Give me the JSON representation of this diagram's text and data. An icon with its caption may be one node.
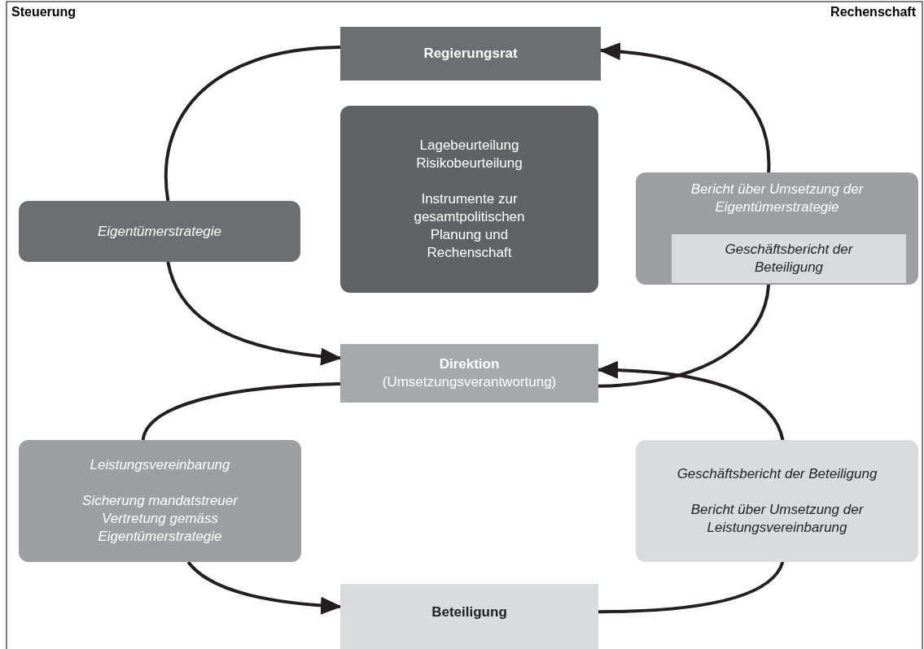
{
  "diagram": {
    "nodes": [
      {
        "text": [
          "Regierungsrat"
        ]
      },
      {
        "text": [
          "Lagebeurteilung Risikobeurteilung",
          "Instrumente zur gesamtpolitischen Planung und Rechenschaft"
        ]
      },
      {
        "text": [
          "Eigentümerstrategie"
        ]
      },
      {
        "text": [
          "Bericht über Umsetzung der Eigentümerstrategie"
        ]
      },
      {
        "text": [
          "Geschäftsbericht der Beteiligung"
        ],
        "in": 3
      },
      {
        "text": [
          "Direktion",
          "(Umsetzungsverantwortung)"
        ]
      },
      {
        "text": [
          "Leistungsvereinbarung",
          "Sicherung mandatstreuer Vertretung gemäss Eigentümerstrategie"
        ]
      },
      {
        "text": [
          "Geschäftsbericht der Beteiligung",
          "Bericht über Umsetzung der Leistungsvereinbarung"
        ]
      },
      {
        "text": [
          "Beteiligung"
        ]
      }
    ],
    "edges": [
      {
        "from": 0,
        "to": 2,
        "arrow": "none"
      },
      {
        "from": 2,
        "to": 5,
        "arrow": "to"
      },
      {
        "from": 5,
        "to": 3,
        "arrow": "none"
      },
      {
        "from": 3,
        "to": 0,
        "arrow": "to"
      },
      {
        "from": 5,
        "to": 6,
        "arrow": "none"
      },
      {
        "from": 6,
        "to": 8,
        "arrow": "to"
      },
      {
        "from": 8,
        "to": 7,
        "arrow": "none"
      },
      {
        "from": 7,
        "to": 5,
        "arrow": "to"
      }
    ],
    "labels": [
      "Steuerung",
      "Rechenschaft"
    ]
  }
}
